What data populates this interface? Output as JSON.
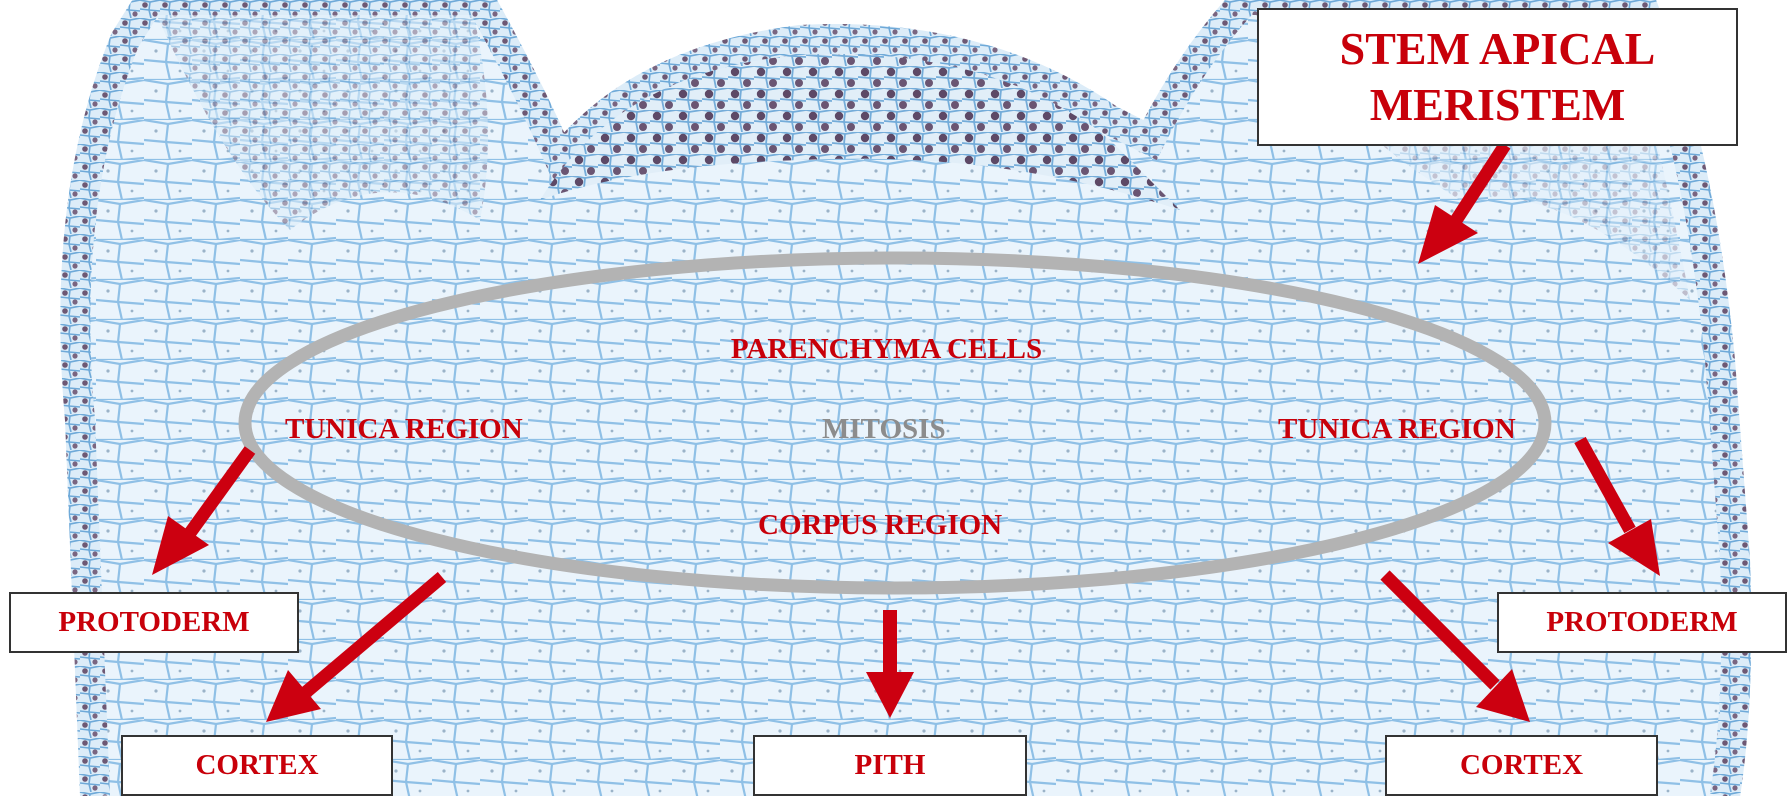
{
  "colors": {
    "label_red": "#c8000a",
    "mitosis_gray": "#8c8c8c",
    "ellipse_gray": "#b3b3b3",
    "arrow_red": "#cc0010",
    "cell_wall_blue": "#7fb6e0",
    "tissue_fill": "#e6f2fb",
    "nucleus_dark": "#5a4660"
  },
  "title": {
    "line1": "STEM APICAL",
    "line2": "MERISTEM"
  },
  "ellipse_labels": {
    "parenchyma": "PARENCHYMA CELLS",
    "tunica_left": "TUNICA REGION",
    "mitosis": "MITOSIS",
    "tunica_right": "TUNICA REGION",
    "corpus": "CORPUS REGION"
  },
  "boxes": {
    "protoderm_left": "PROTODERM",
    "protoderm_right": "PROTODERM",
    "cortex_left": "CORTEX",
    "pith": "PITH",
    "cortex_right": "CORTEX"
  },
  "icons": [
    "arrow-icon"
  ]
}
